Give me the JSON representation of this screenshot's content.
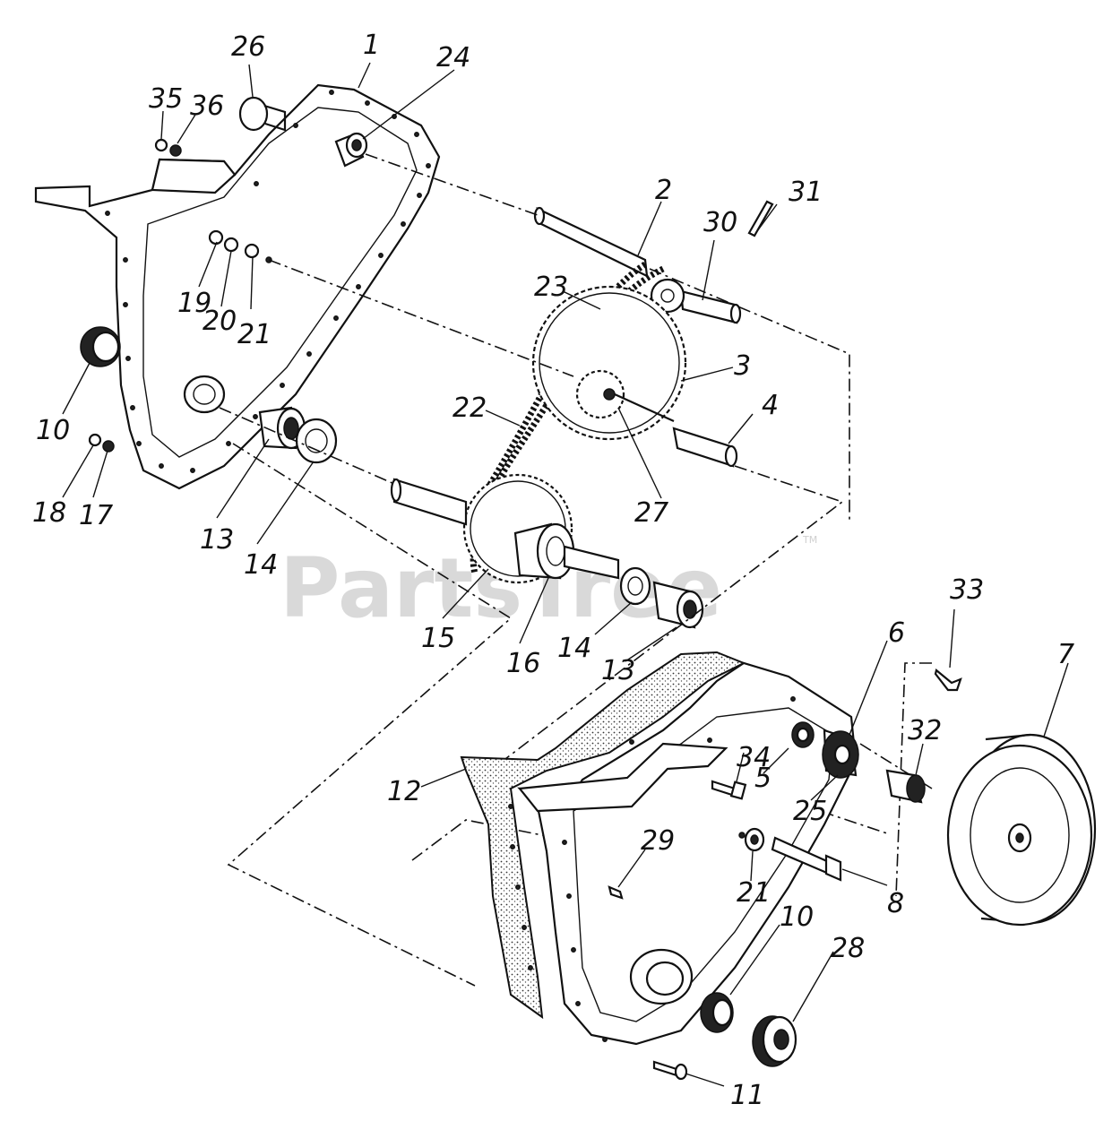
{
  "watermark": {
    "text": "PartsTree",
    "trademark": "TM"
  },
  "labels": {
    "l1": "1",
    "l2": "2",
    "l3": "3",
    "l4": "4",
    "l5": "5",
    "l6": "6",
    "l7": "7",
    "l8": "8",
    "l10a": "10",
    "l10b": "10",
    "l11": "11",
    "l12": "12",
    "l13a": "13",
    "l13b": "13",
    "l14a": "14",
    "l14b": "14",
    "l15": "15",
    "l16": "16",
    "l17": "17",
    "l18": "18",
    "l19": "19",
    "l20": "20",
    "l21a": "21",
    "l21b": "21",
    "l22": "22",
    "l23": "23",
    "l24": "24",
    "l25": "25",
    "l26": "26",
    "l27": "27",
    "l28": "28",
    "l29": "29",
    "l30": "30",
    "l31": "31",
    "l32": "32",
    "l33": "33",
    "l34": "34",
    "l35": "35",
    "l36": "36"
  }
}
